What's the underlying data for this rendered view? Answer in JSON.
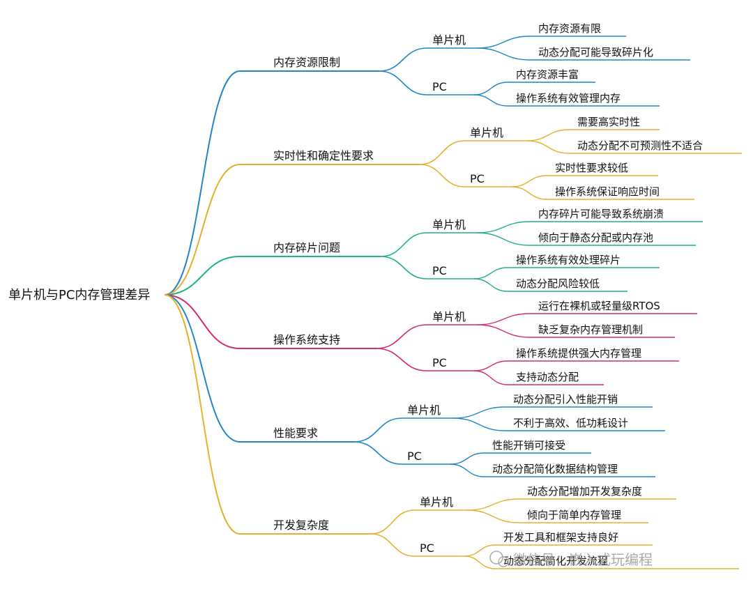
{
  "root": "单片机与PC内存管理差异",
  "colors": {
    "blue": "#1f86c8",
    "gold": "#e5b02b",
    "green": "#1fb37a",
    "magenta": "#d42a72"
  },
  "watermark": "微信号：嵌入式玩编程",
  "categories": [
    {
      "label": "内存资源限制",
      "color": "blue",
      "subs": [
        {
          "label": "单片机",
          "leaves": [
            "内存资源有限",
            "动态分配可能导致碎片化"
          ]
        },
        {
          "label": "PC",
          "leaves": [
            "内存资源丰富",
            "操作系统有效管理内存"
          ]
        }
      ]
    },
    {
      "label": "实时性和确定性要求",
      "color": "gold",
      "subs": [
        {
          "label": "单片机",
          "leaves": [
            "需要高实时性",
            "动态分配不可预测性不适合"
          ]
        },
        {
          "label": "PC",
          "leaves": [
            "实时性要求较低",
            "操作系统保证响应时间"
          ]
        }
      ]
    },
    {
      "label": "内存碎片问题",
      "color": "green",
      "subs": [
        {
          "label": "单片机",
          "leaves": [
            "内存碎片可能导致系统崩溃",
            "倾向于静态分配或内存池"
          ]
        },
        {
          "label": "PC",
          "leaves": [
            "操作系统有效处理碎片",
            "动态分配风险较低"
          ]
        }
      ]
    },
    {
      "label": "操作系统支持",
      "color": "magenta",
      "subs": [
        {
          "label": "单片机",
          "leaves": [
            "运行在裸机或轻量级RTOS",
            "缺乏复杂内存管理机制"
          ]
        },
        {
          "label": "PC",
          "leaves": [
            "操作系统提供强大内存管理",
            "支持动态分配"
          ]
        }
      ]
    },
    {
      "label": "性能要求",
      "color": "blue",
      "subs": [
        {
          "label": "单片机",
          "leaves": [
            "动态分配引入性能开销",
            "不利于高效、低功耗设计"
          ]
        },
        {
          "label": "PC",
          "leaves": [
            "性能开销可接受",
            "动态分配简化数据结构管理"
          ]
        }
      ]
    },
    {
      "label": "开发复杂度",
      "color": "gold",
      "subs": [
        {
          "label": "单片机",
          "leaves": [
            "动态分配增加开发复杂度",
            "倾向于简单内存管理"
          ]
        },
        {
          "label": "PC",
          "leaves": [
            "开发工具和框架支持良好",
            "动态分配简化开发流程"
          ]
        }
      ]
    }
  ]
}
